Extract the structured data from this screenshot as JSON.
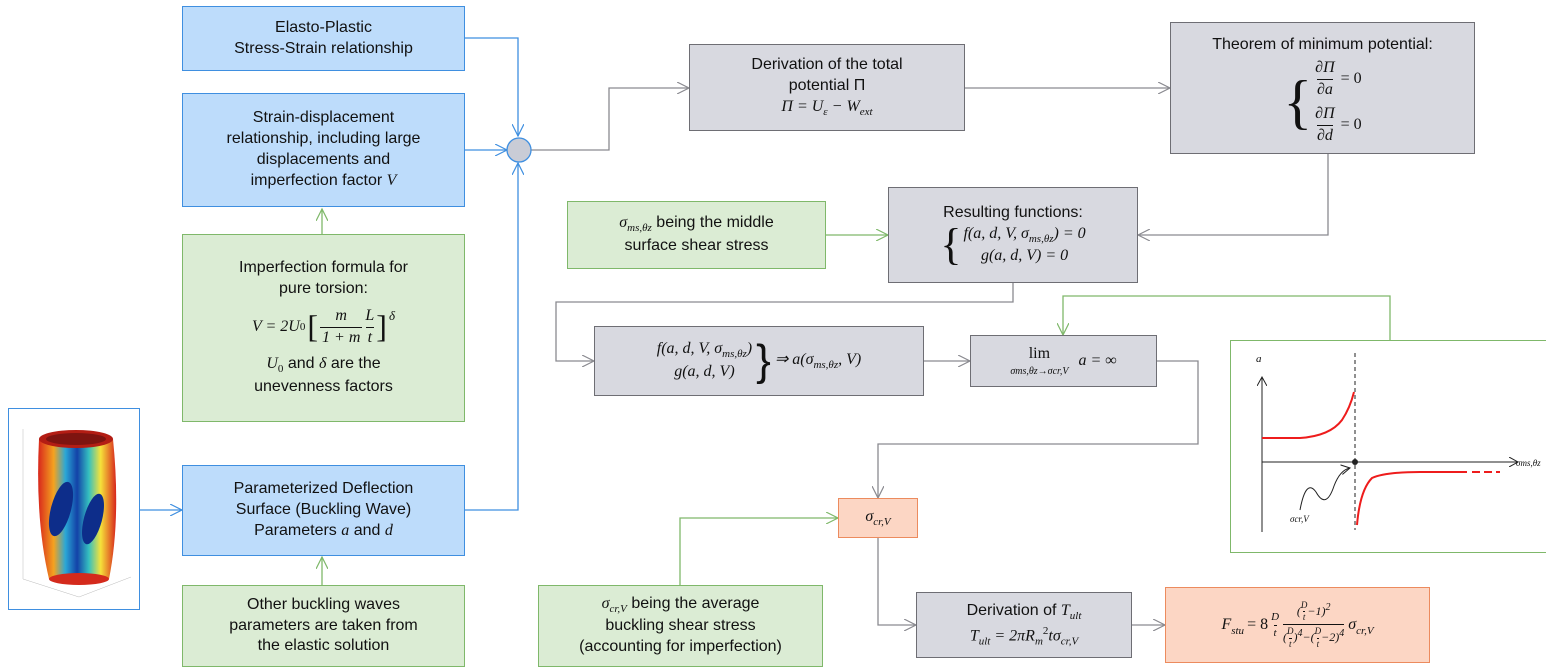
{
  "boxes": {
    "elasto": [
      "Elasto-Plastic",
      "Stress-Strain relationship"
    ],
    "strain": [
      "Strain-displacement",
      "relationship, including large",
      "displacements and",
      "imperfection factor"
    ],
    "strain_var": "V",
    "imperf": {
      "l1": "Imperfection formula for",
      "l2": "pure torsion:",
      "formula_lhs": "V = 2U",
      "formula_sub": "0",
      "frac_num": "m",
      "frac_den": "1 + m",
      "lt_num": "L",
      "lt_den": "t",
      "exp": "δ",
      "l4a": "U",
      "l4sub": "0",
      "l4b": " and ",
      "l4c": "δ",
      "l4d": " are the",
      "l5": "unevenness factors"
    },
    "param": [
      "Parameterized Deflection",
      "Surface (Buckling Wave)",
      "Parameters"
    ],
    "param_a": "a",
    "param_and": "and",
    "param_d": "d",
    "other": [
      "Other buckling waves",
      "parameters are taken from",
      "the elastic solution"
    ],
    "deriv_total": [
      "Derivation of the total",
      "potential Π"
    ],
    "deriv_total_eq": "Π = U",
    "deriv_total_eq_sub": "ε",
    "deriv_total_eq_b": " − W",
    "deriv_total_eq_sub2": "ext",
    "theorem": "Theorem of minimum potential:",
    "theorem_eq1": "∂Π",
    "theorem_den1": "∂a",
    "theorem_eq2": "∂Π",
    "theorem_den2": "∂d",
    "theorem_rhs": "= 0",
    "sigma_ms": [
      "being the middle",
      "surface shear stress"
    ],
    "sigma_ms_sym": "σ",
    "sigma_ms_sub": "ms,θz",
    "resulting": "Resulting functions:",
    "res_f": "f(a, d, V, σ",
    "res_f_sub": "ms,θz",
    "res_f_end": ") = 0",
    "res_g": "g(a, d, V) = 0",
    "fg_f": "f(a, d, V, σ",
    "fg_f_sub": "ms,θz",
    "fg_f_end": ")",
    "fg_g": "g(a, d, V)",
    "fg_arrow": "⇒ a(σ",
    "fg_arrow_sub": "ms,θz",
    "fg_arrow_end": ", V)",
    "lim": "lim",
    "lim_sub": "σms,θz→σcr,V",
    "lim_rhs": "a = ∞",
    "sigma_cr": "σ",
    "sigma_cr_sub": "cr,V",
    "avg": [
      "being the average",
      "buckling shear stress",
      "(accounting for imperfection)"
    ],
    "deriv_t": "Derivation of",
    "deriv_t_sym": "T",
    "deriv_t_sub": "ult",
    "deriv_t_eq": "= 2πR",
    "deriv_t_eq_sub": "m",
    "deriv_t_eq_sup": "2",
    "deriv_t_eq_end": "tσ",
    "deriv_t_eq_end_sub": "cr,V",
    "fstu": "F",
    "fstu_sub": "stu",
    "fstu_eq": "= 8",
    "fstu_D": "D",
    "fstu_t": "t"
  },
  "graph": {
    "ylabel": "a",
    "xlabel": "σms,θz",
    "annot": "σcr,V"
  },
  "colors": {
    "blue_line": "#3f8fe0",
    "green_line": "#7fb86a",
    "gray_line": "#8a8a90",
    "red_curve": "#ee1c1c"
  }
}
